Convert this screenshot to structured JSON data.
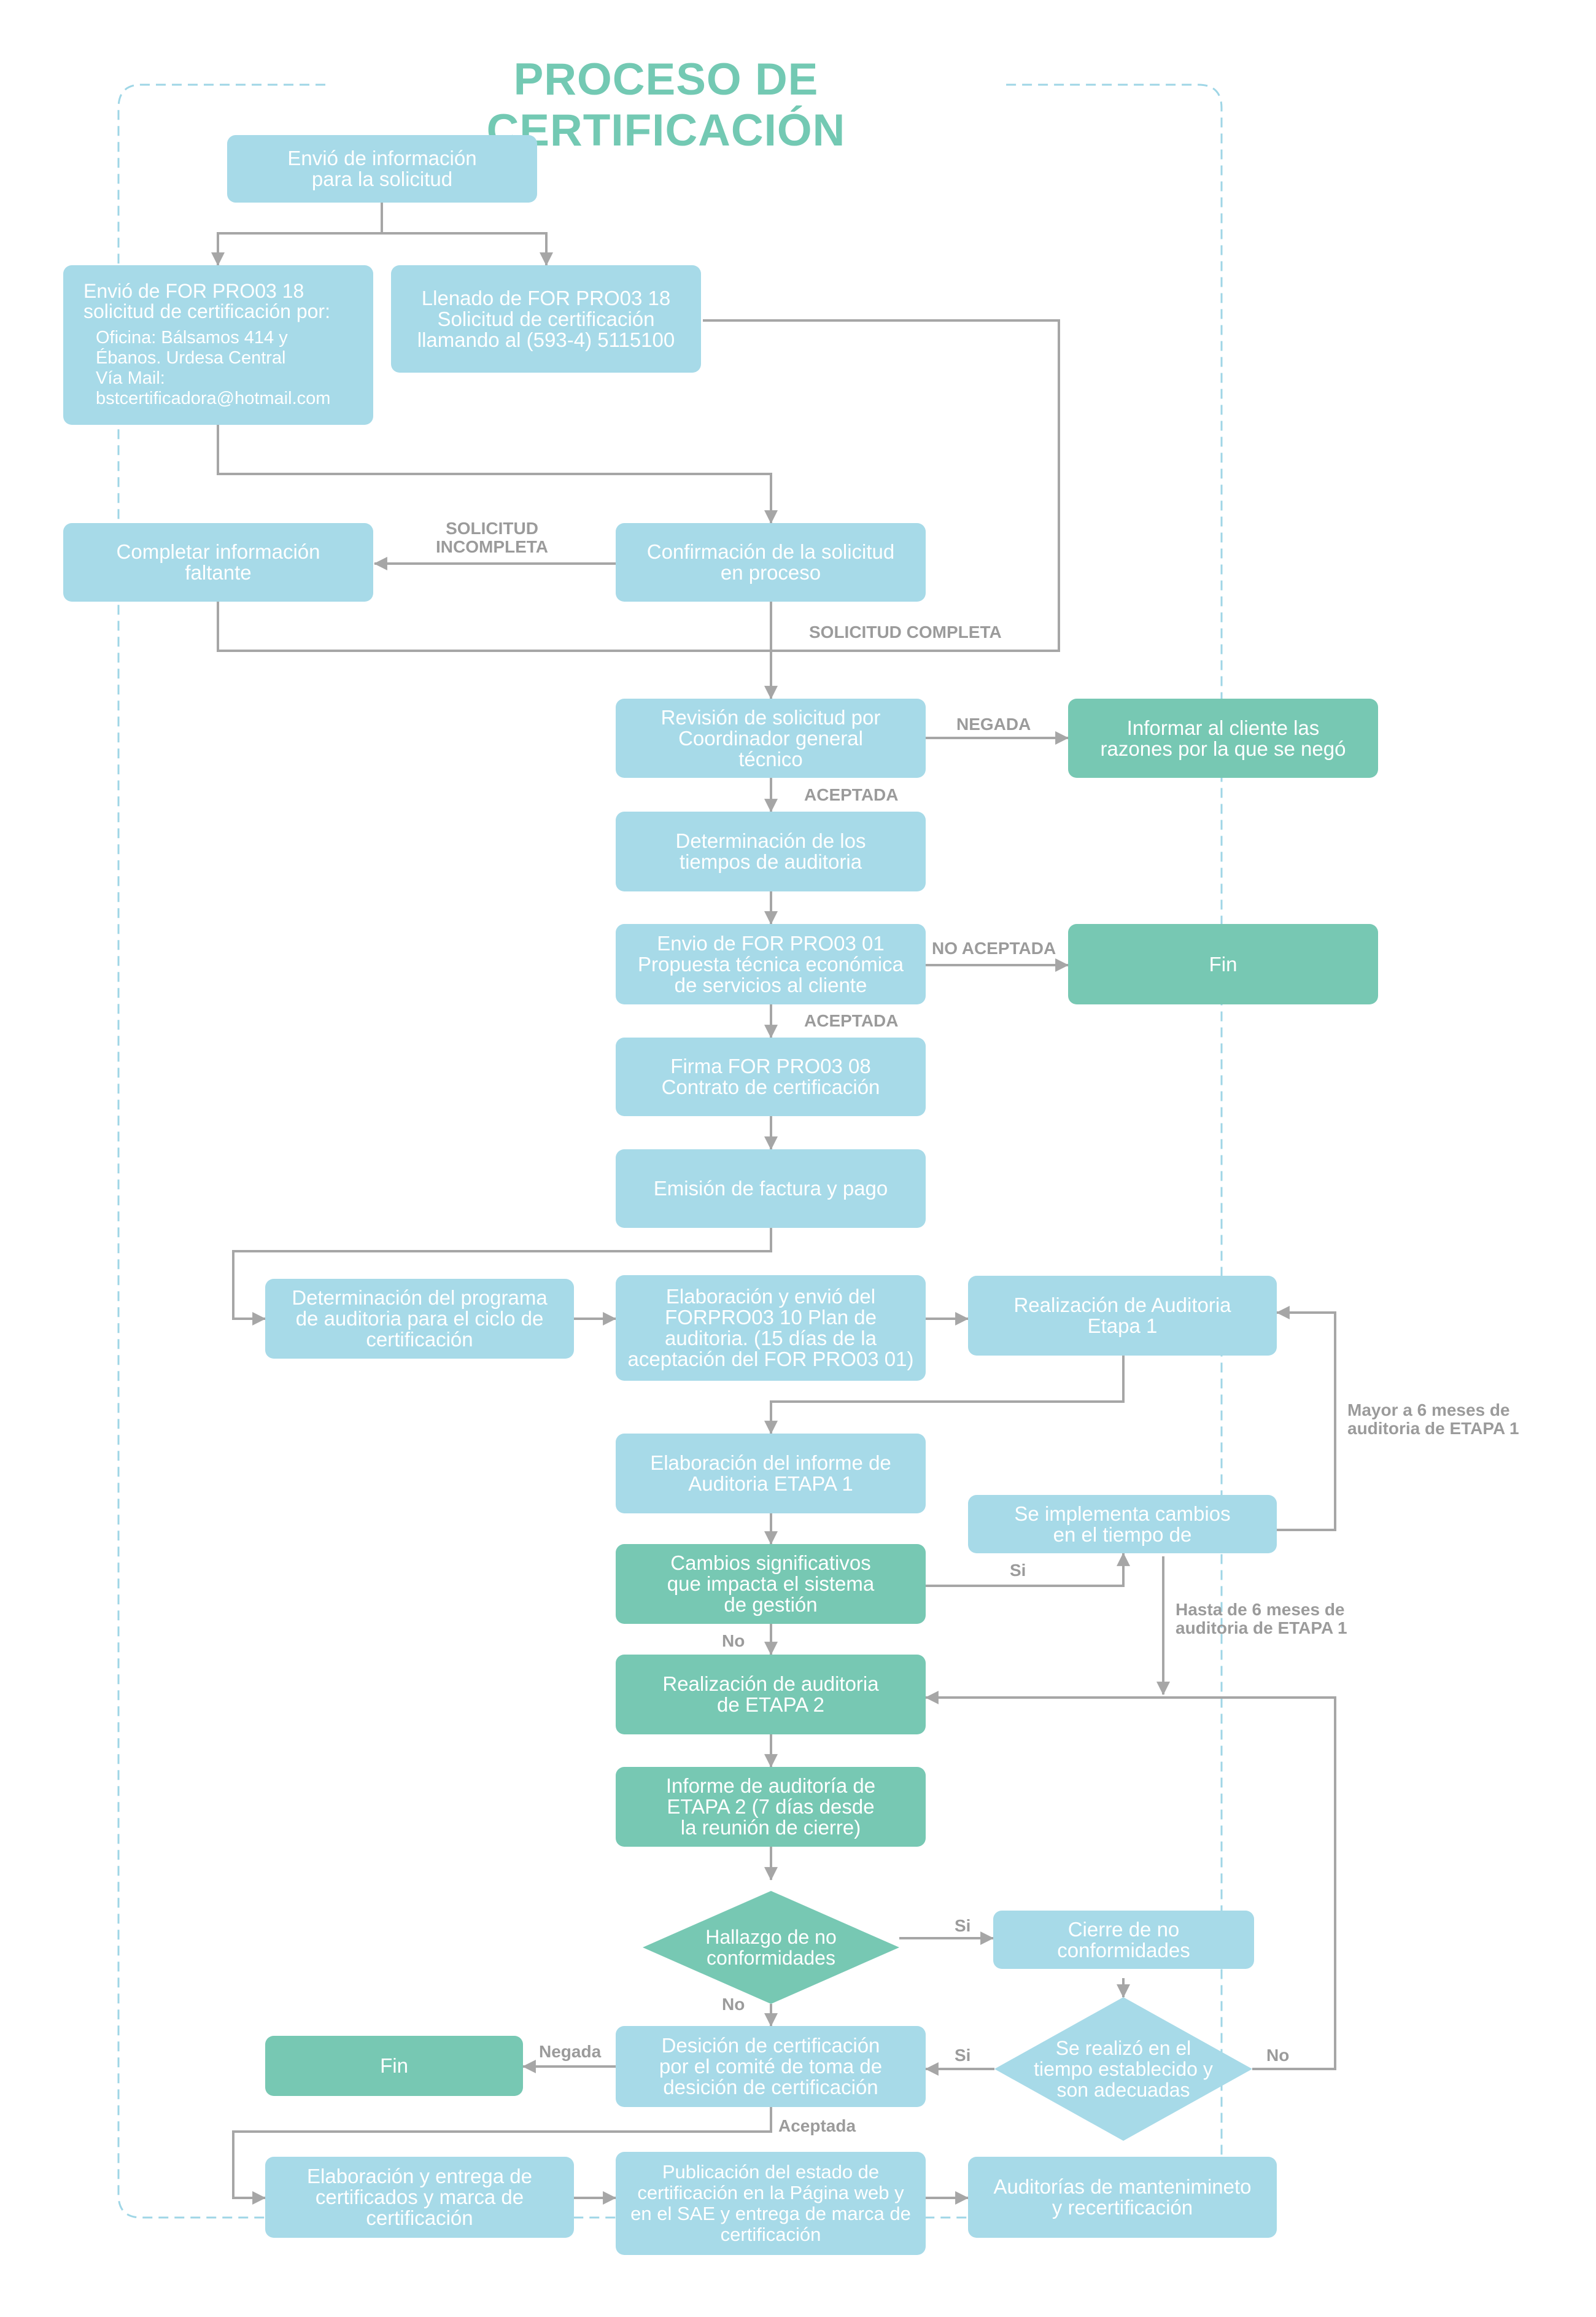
{
  "title": "PROCESO DE CERTIFICACIÓN",
  "colors": {
    "blue_box": "#a7dae8",
    "green_box": "#77c8b3",
    "title": "#73c9b3",
    "connector": "#a6a6a6",
    "dashed_border": "#9fd6e6"
  },
  "boxes": {
    "envio_info": {
      "lines": [
        "Envió de información",
        "para la solicitud"
      ]
    },
    "envio_for": {
      "lines": [
        "Envió de FOR PRO03 18",
        "solicitud de certificación por:"
      ],
      "details": [
        "Oficina: Bálsamos 414 y",
        "Ébanos. Urdesa Central",
        "Vía Mail:",
        "bstcertificadora@hotmail.com"
      ]
    },
    "llenado": {
      "lines": [
        "Llenado de FOR PRO03 18",
        "Solicitud de certificación",
        "llamando al (593-4) 5115100"
      ]
    },
    "completar": {
      "lines": [
        "Completar información",
        "faltante"
      ]
    },
    "confirmacion": {
      "lines": [
        "Confirmación de la solicitud",
        "en proceso"
      ]
    },
    "revision": {
      "lines": [
        "Revisión de solicitud por",
        "Coordinador general",
        "técnico"
      ]
    },
    "informar": {
      "lines": [
        "Informar al cliente las",
        "razones por la que se negó"
      ]
    },
    "determinacion_tiempos": {
      "lines": [
        "Determinación de los",
        "tiempos de auditoria"
      ]
    },
    "envio_propuesta": {
      "lines": [
        "Envio de FOR PRO03 01",
        "Propuesta técnica económica",
        "de servicios al cliente"
      ]
    },
    "fin1": {
      "lines": [
        "Fin"
      ]
    },
    "firma": {
      "lines": [
        "Firma FOR PRO03 08",
        "Contrato de certificación"
      ]
    },
    "emision": {
      "lines": [
        "Emisión de factura y pago"
      ]
    },
    "determinacion_programa": {
      "lines": [
        "Determinación del programa",
        "de auditoria para el ciclo de",
        "certificación"
      ]
    },
    "elaboracion_plan": {
      "lines": [
        "Elaboración y envió del",
        "FORPRO03 10 Plan de",
        "auditoria. (15 días de la",
        "aceptación del FOR PRO03 01)"
      ]
    },
    "realizacion_etapa1": {
      "lines": [
        "Realización de Auditoria",
        "Etapa 1"
      ]
    },
    "informe_etapa1": {
      "lines": [
        "Elaboración del informe de",
        "Auditoria ETAPA 1"
      ]
    },
    "implementa_cambios": {
      "lines": [
        "Se implementa cambios",
        "en el tiempo de"
      ]
    },
    "cambios_significativos": {
      "lines": [
        "Cambios significativos",
        "que impacta el sistema",
        "de gestión"
      ]
    },
    "realizacion_etapa2": {
      "lines": [
        "Realización de auditoria",
        "de ETAPA 2"
      ]
    },
    "informe_etapa2": {
      "lines": [
        "Informe de auditoría de",
        "ETAPA 2 (7 días desde",
        "la reunión de cierre)"
      ]
    },
    "hallazgo": {
      "lines": [
        "Hallazgo de no",
        "conformidades"
      ]
    },
    "cierre": {
      "lines": [
        "Cierre de no",
        "conformidades"
      ]
    },
    "realizo_tiempo": {
      "lines": [
        "Se realizó en el",
        "tiempo establecido y",
        "son adecuadas"
      ]
    },
    "fin2": {
      "lines": [
        "Fin"
      ]
    },
    "decision": {
      "lines": [
        "Desición de certificación",
        "por el comité de toma de",
        "desición de certificación"
      ]
    },
    "entrega_certificados": {
      "lines": [
        "Elaboración y entrega de",
        "certificados y marca de",
        "certificación"
      ]
    },
    "publicacion": {
      "lines": [
        "Publicación del estado de",
        "certificación en la Página web y",
        "en el SAE y entrega de marca de",
        "certificación"
      ]
    },
    "auditorias_mantenimiento": {
      "lines": [
        "Auditorías de mantenimineto",
        "y recertificación"
      ]
    }
  },
  "labels": {
    "solicitud_incompleta": [
      "SOLICITUD",
      "INCOMPLETA"
    ],
    "solicitud_completa": "SOLICITUD COMPLETA",
    "negada": "NEGADA",
    "aceptada1": "ACEPTADA",
    "no_aceptada": "NO ACEPTADA",
    "aceptada2": "ACEPTADA",
    "mayor_6": [
      "Mayor a 6 meses de",
      "auditoria de ETAPA 1"
    ],
    "hasta_6": [
      "Hasta de 6 meses de",
      "auditoria de ETAPA 1"
    ],
    "si_cambios": "Si",
    "no_cambios": "No",
    "si_hallazgo": "Si",
    "no_hallazgo": "No",
    "si_tiempo": "Si",
    "no_tiempo": "No",
    "negada_decision": "Negada",
    "aceptada_decision": "Aceptada"
  }
}
